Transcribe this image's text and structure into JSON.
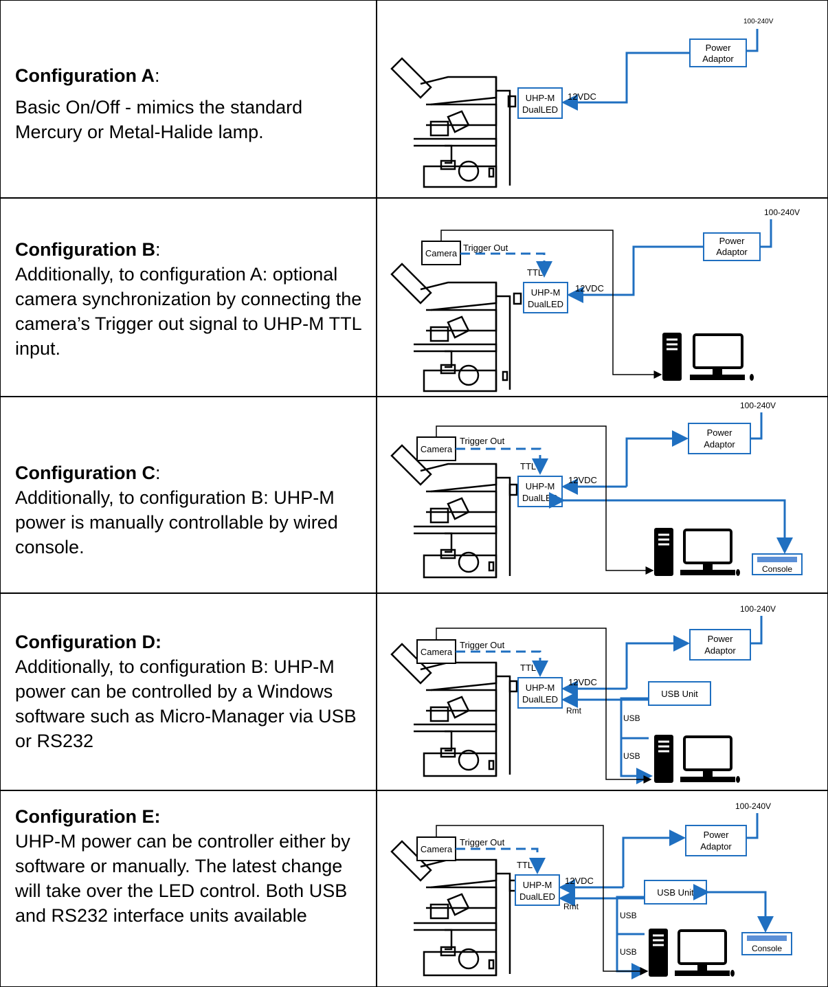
{
  "configs": [
    {
      "title": "Configuration A",
      "title_suffix": ":",
      "body": "Basic On/Off - mimics the standard Mercury or Metal-Halide lamp.",
      "labels": {
        "voltage": "100-240V",
        "power1": "Power",
        "power2": "Adaptor",
        "uhp": "UHP-M",
        "dual": "DualLED",
        "dc": "12VDC"
      }
    },
    {
      "title": "Configuration B",
      "title_suffix": ":",
      "body": "Additionally, to configuration A: optional camera synchronization by connecting the camera’s Trigger out signal to UHP-M TTL input.",
      "labels": {
        "voltage": "100-240V",
        "power1": "Power",
        "power2": "Adaptor",
        "uhp": "UHP-M",
        "dual": "DualLED",
        "dc": "12VDC",
        "camera": "Camera",
        "trigger": "Trigger Out",
        "ttl": "TTL"
      }
    },
    {
      "title": "Configuration C",
      "title_suffix": ":",
      "body": "Additionally, to configuration B: UHP-M power is manually controllable by wired console.",
      "labels": {
        "voltage": "100-240V",
        "power1": "Power",
        "power2": "Adaptor",
        "uhp": "UHP-M",
        "dual": "DualLED",
        "dc": "12VDC",
        "camera": "Camera",
        "trigger": "Trigger  Out",
        "ttl": "TTL",
        "console": "Console"
      }
    },
    {
      "title": "Configuration D:",
      "title_suffix": "",
      "body": "Additionally, to configuration B: UHP-M power can be controlled by a Windows software such as Micro-Manager via USB or RS232",
      "labels": {
        "voltage": "100-240V",
        "power1": "Power",
        "power2": "Adaptor",
        "uhp": "UHP-M",
        "dual": "DualLED",
        "dc": "12VDC",
        "camera": "Camera",
        "trigger": "Trigger  Out",
        "ttl": "TTL",
        "rmt": "Rmt",
        "usbunit": "USB Unit",
        "usb1": "USB",
        "usb2": "USB"
      }
    },
    {
      "title": "Configuration E:",
      "title_suffix": "",
      "body": "UHP-M power can be controller either by software or manually. The latest change will take over the LED control. Both USB and RS232 interface units available",
      "labels": {
        "voltage": "100-240V",
        "power1": "Power",
        "power2": "Adaptor",
        "uhp": "UHP-M",
        "dual": "DualLED",
        "dc": "12VDC",
        "camera": "Camera",
        "trigger": "Trigger  Out",
        "ttl": "TTL",
        "rmt": "Rmt",
        "usbunit": "USB Unit",
        "usb1": "USB",
        "usb2": "USB",
        "console": "Console"
      }
    }
  ],
  "colors": {
    "wire": "#1f6fc0",
    "box": "#1f6fc0",
    "console_bar": "#5b8fd6",
    "line": "#000000"
  }
}
